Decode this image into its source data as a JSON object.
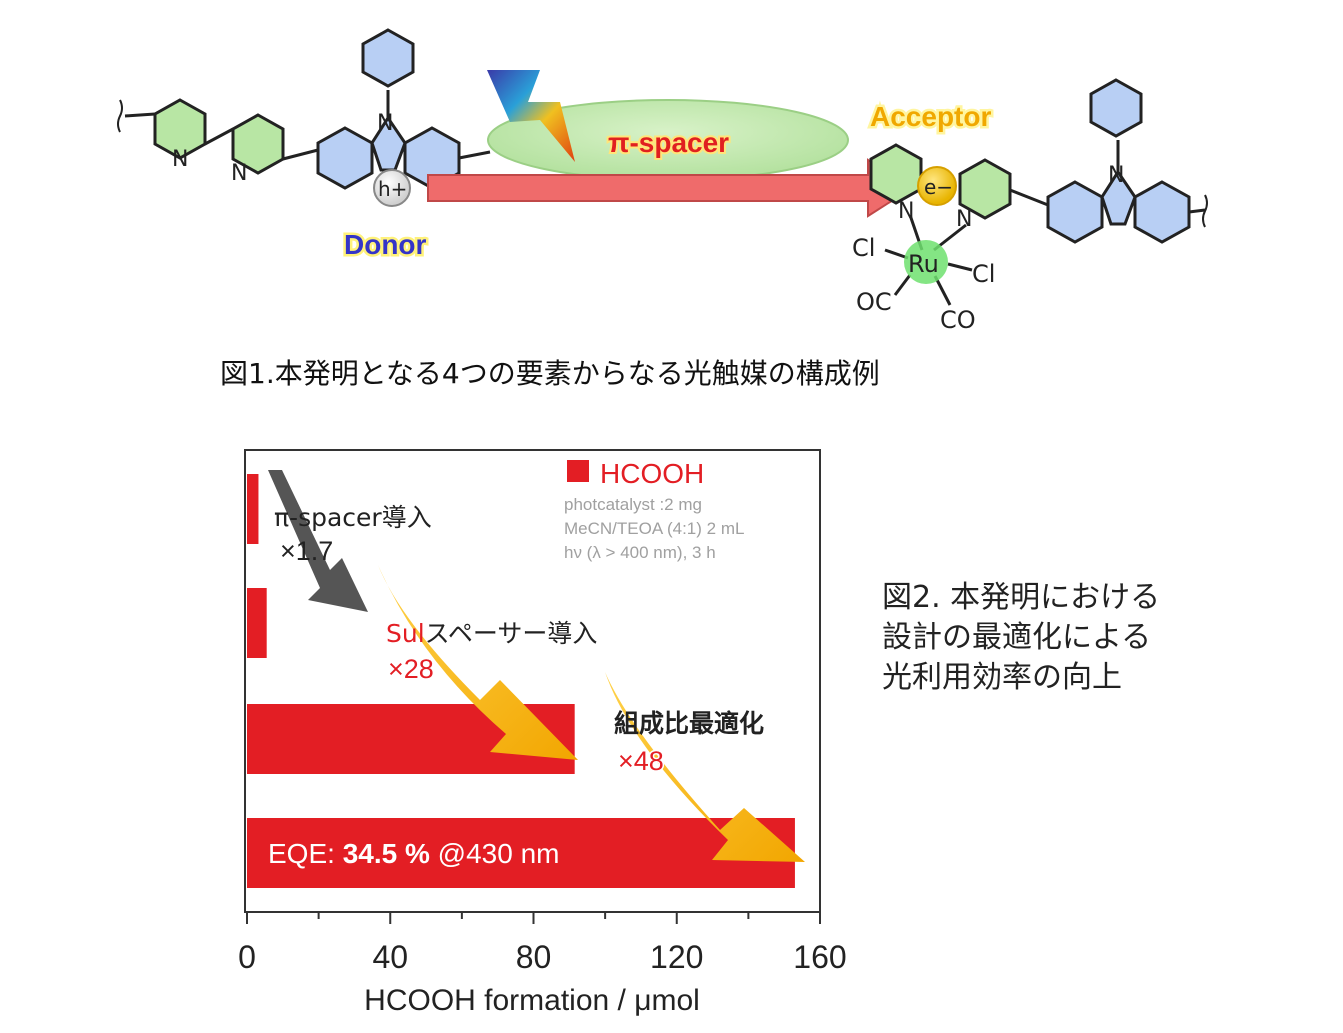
{
  "figure1": {
    "caption": "図1.本発明となる4つの要素からなる光触媒の構成例",
    "labels": {
      "donor": "Donor",
      "acceptor": "Acceptor",
      "spacer": "π-spacer",
      "hole": "h+",
      "electron": "e−",
      "n": "N",
      "ru": "Ru",
      "cl": "Cl",
      "oc": "OC",
      "co": "CO"
    }
  },
  "figure2": {
    "caption_lines": [
      "図2. 本発明における",
      "設計の最適化による",
      "光利用効率の向上"
    ],
    "legend": {
      "label": "HCOOH",
      "conditions": [
        "photcatalyst :2 mg",
        "MeCN/TEOA (4:1) 2 mL",
        "hν (λ > 400 nm), 3 h"
      ]
    },
    "annotations": {
      "step1_label": "π-spacer導入",
      "step1_factor": "×1.7",
      "step2_label_red": "Sul",
      "step2_label_black": "スペーサー導入",
      "step2_factor": "×28",
      "step3_label": "組成比最適化",
      "step3_factor": "×48",
      "eqe_prefix": "EQE: ",
      "eqe_value": "34.5 %",
      "eqe_suffix": " @430 nm"
    }
  },
  "chart_data": {
    "type": "bar",
    "orientation": "horizontal",
    "series": [
      {
        "name": "HCOOH",
        "values": [
          3.2,
          5.5,
          91.5,
          153
        ]
      }
    ],
    "xlabel": "HCOOH formation / μmol",
    "xlim": [
      0,
      160
    ],
    "xticks": [
      "0",
      "40",
      "80",
      "120",
      "160"
    ],
    "bar_color": "#e31e24"
  }
}
